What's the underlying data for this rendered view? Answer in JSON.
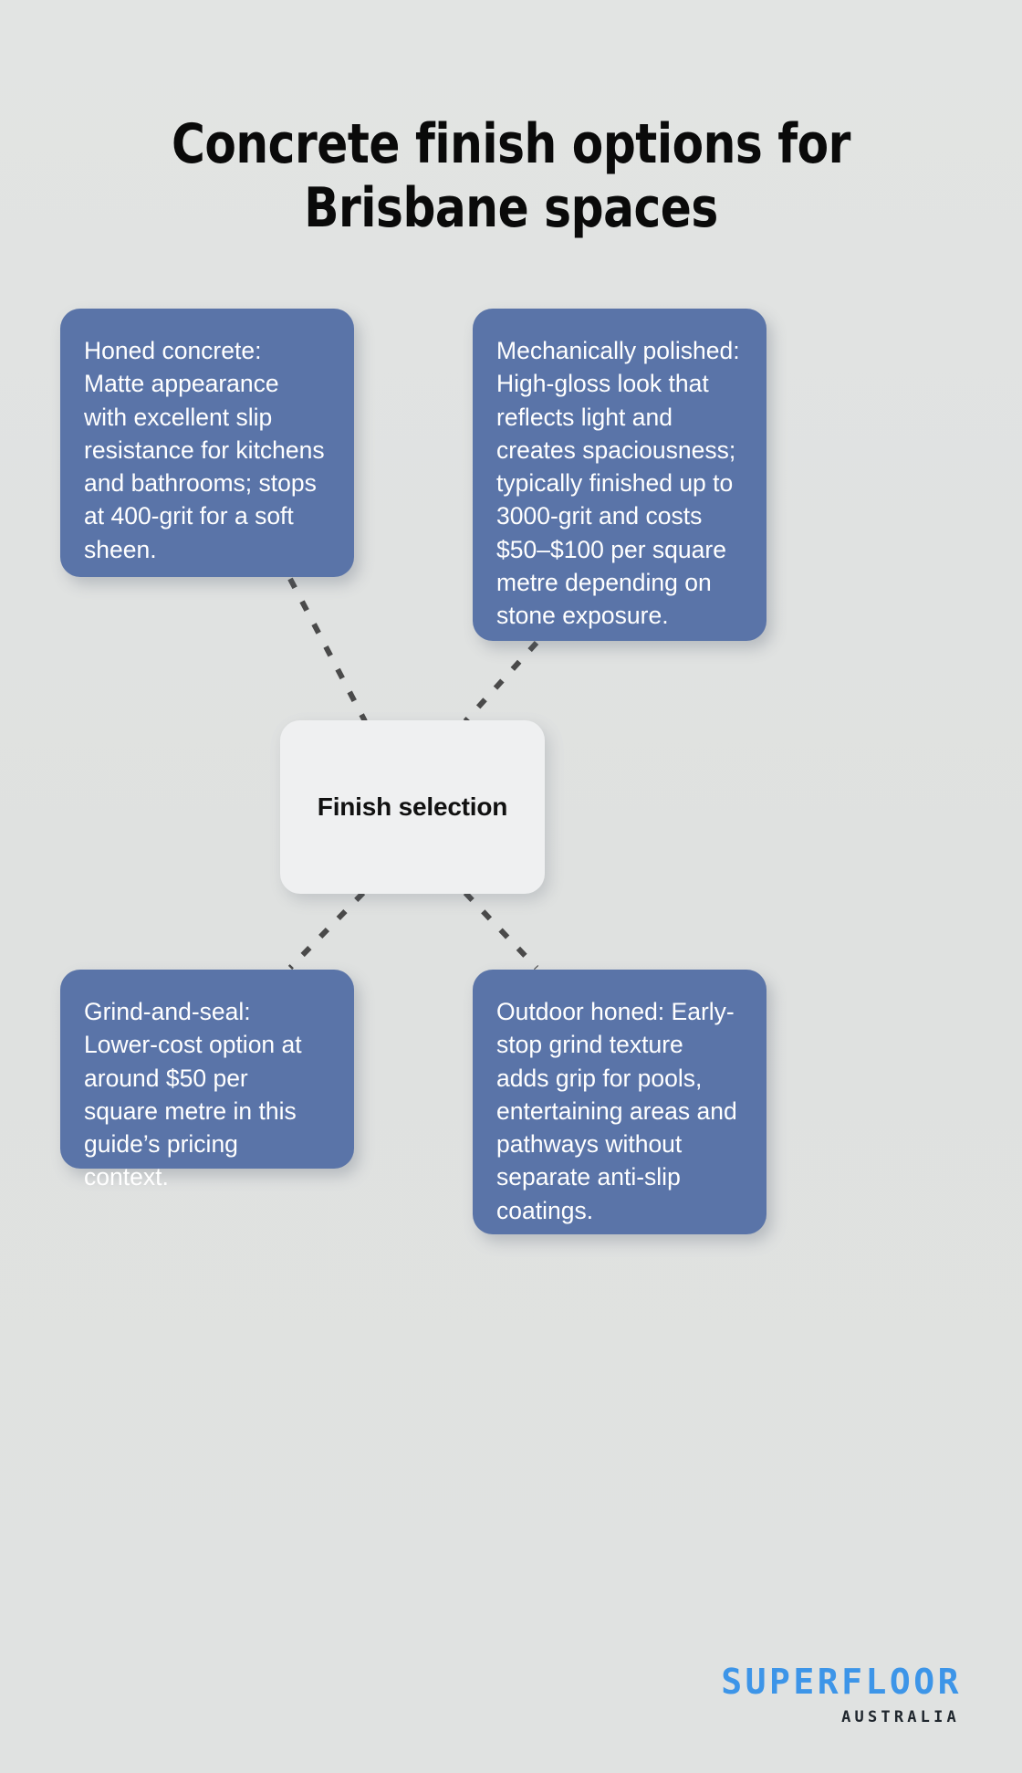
{
  "page": {
    "title": "Concrete finish options for Brisbane spaces",
    "background_color": "#e0e2e1"
  },
  "diagram": {
    "type": "hub-and-spoke",
    "center": {
      "label": "Finish selection",
      "background_color": "#eff0f1",
      "text_color": "#111111"
    },
    "connector": {
      "style": "dashed",
      "color": "#4a4a4a"
    },
    "nodes": [
      {
        "id": "honed-concrete",
        "position": "top-left",
        "text": "Honed concrete: Matte appearance with excellent slip resistance for kitchens and bathrooms; stops at 400-grit for a soft sheen.",
        "background_color": "#5a74a8",
        "text_color": "#ffffff"
      },
      {
        "id": "mechanically-polished",
        "position": "top-right",
        "text": "Mechanically polished: High-gloss look that reflects light and creates spaciousness; typically finished up to 3000-grit and costs $50–$100 per square metre depending on stone exposure.",
        "background_color": "#5a74a8",
        "text_color": "#ffffff"
      },
      {
        "id": "grind-and-seal",
        "position": "bottom-left",
        "text": "Grind-and-seal: Lower-cost option at around $50 per square metre in this guide’s pricing context.",
        "background_color": "#5a74a8",
        "text_color": "#ffffff"
      },
      {
        "id": "outdoor-honed",
        "position": "bottom-right",
        "text": "Outdoor honed: Early-stop grind texture adds grip for pools, entertaining areas and pathways without separate anti-slip coatings.",
        "background_color": "#5a74a8",
        "text_color": "#ffffff"
      }
    ]
  },
  "logo": {
    "primary": "SUPERFLOOR",
    "secondary": "AUSTRALIA",
    "primary_color": "#3d95e8",
    "secondary_color": "#20272e"
  }
}
